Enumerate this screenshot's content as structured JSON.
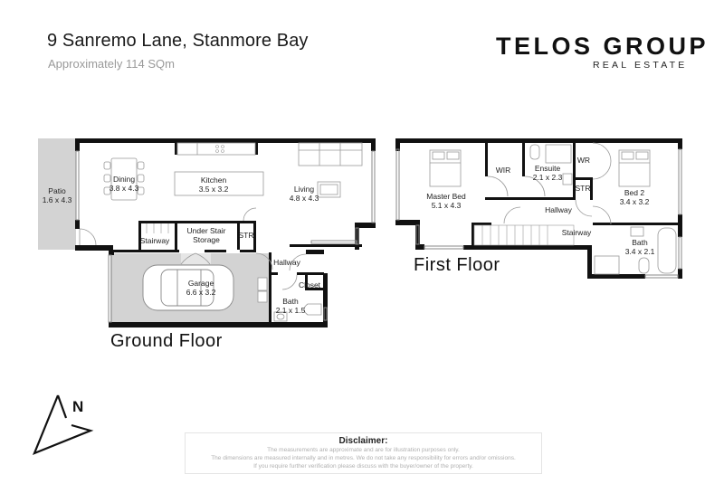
{
  "header": {
    "address": "9 Sanremo Lane, Stanmore Bay",
    "area": "Approximately 114 SQm"
  },
  "brand": {
    "name": "TELOS GROUP",
    "tagline": "REAL ESTATE"
  },
  "ground_floor": {
    "label": "Ground Floor",
    "rooms": [
      {
        "name": "Patio",
        "dims": "1.6 x 4.3"
      },
      {
        "name": "Dining",
        "dims": "3.8 x 4.3"
      },
      {
        "name": "Kitchen",
        "dims": "3.5 x 3.2"
      },
      {
        "name": "Living",
        "dims": "4.8 x 4.3"
      },
      {
        "name": "Stairway",
        "dims": ""
      },
      {
        "name": "Under Stair",
        "dims": "Storage"
      },
      {
        "name": "STR",
        "dims": ""
      },
      {
        "name": "Hallway",
        "dims": ""
      },
      {
        "name": "Garage",
        "dims": "6.6 x 3.2"
      },
      {
        "name": "Closet",
        "dims": ""
      },
      {
        "name": "Bath",
        "dims": "2.1 x 1.5"
      }
    ]
  },
  "first_floor": {
    "label": "First Floor",
    "rooms": [
      {
        "name": "Master Bed",
        "dims": "5.1 x 4.3"
      },
      {
        "name": "WIR",
        "dims": ""
      },
      {
        "name": "Ensuite",
        "dims": "2.1 x 2.3"
      },
      {
        "name": "WR",
        "dims": ""
      },
      {
        "name": "STR",
        "dims": ""
      },
      {
        "name": "Bed 2",
        "dims": "3.4 x 3.2"
      },
      {
        "name": "Hallway",
        "dims": ""
      },
      {
        "name": "Stairway",
        "dims": ""
      },
      {
        "name": "Bath",
        "dims": "3.4 x 2.1"
      }
    ]
  },
  "compass": {
    "label": "N"
  },
  "disclaimer": {
    "title": "Disclaimer:",
    "lines": [
      "The measurements are approximate and are for illustration purposes only.",
      "The dimensions are measured internally and in metres. We do not take any responsibility for errors and/or omissions.",
      "If you require further verification please discuss with the buyer/owner of the property."
    ]
  },
  "colors": {
    "wall": "#111111",
    "shaded": "#d3d3d3",
    "fixture": "#9a9a9a",
    "muted_text": "#9a9a9a"
  }
}
